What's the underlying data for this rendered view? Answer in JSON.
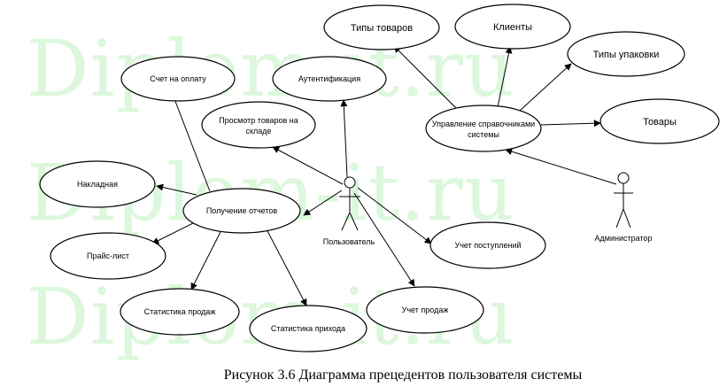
{
  "watermark": [
    "Diplom-it.ru",
    "Diplom-it.ru",
    "Diplom-it.ru"
  ],
  "actors": {
    "user": "Пользователь",
    "admin": "Администратор"
  },
  "use_cases": {
    "types_goods": "Типы товаров",
    "clients": "Клиенты",
    "packaging_types": "Типы упаковки",
    "goods": "Товары",
    "manage_refs": [
      "Управление справочниками",
      "системы"
    ],
    "authentication": "Аутентификация",
    "invoice": "Счет на оплату",
    "view_stock": [
      "Просмотр товаров на",
      "складе"
    ],
    "waybill": "Накладная",
    "get_reports": "Получение отчетов",
    "price_list": "Прайс-лист",
    "sales_stats": "Статистика продаж",
    "income_stats": "Статистика прихода",
    "sales_acct": "Учет продаж",
    "income_acct": "Учет поступлений"
  },
  "caption": "Рисунок 3.6  Диаграмма прецедентов пользователя системы"
}
